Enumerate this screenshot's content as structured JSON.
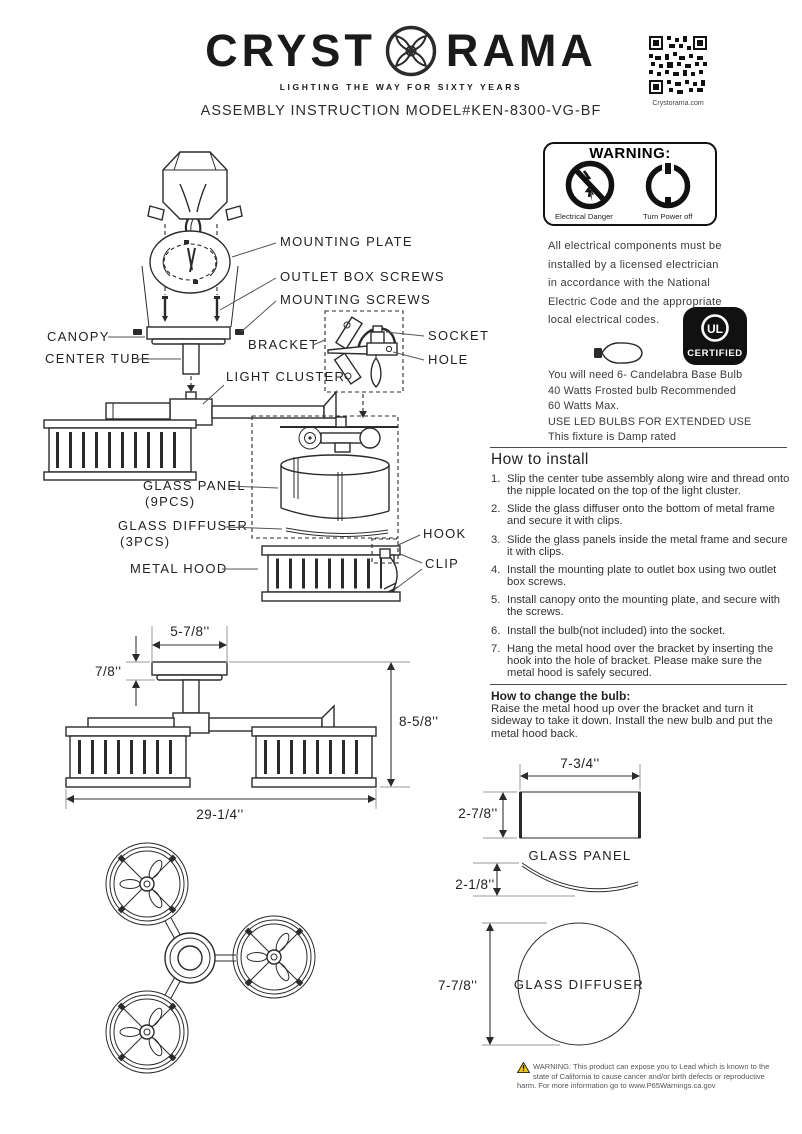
{
  "header": {
    "logo_left": "CRYST",
    "logo_right": "RAMA",
    "tagline": "LIGHTING THE WAY FOR SIXTY YEARS",
    "subtitle": "ASSEMBLY INSTRUCTION MODEL#KEN-8300-VG-BF"
  },
  "qr": {
    "caption": "Crystorama.com"
  },
  "warning_box": {
    "title": "WARNING:",
    "electrical_caption": "Electrical Danger",
    "power_caption": "Turn Power off"
  },
  "electrical_note": {
    "lines": [
      "All electrical components must be",
      "installed by a licensed electrician",
      "in accordance with the National",
      "Electric Code and the appropriate",
      "local electrical codes."
    ]
  },
  "certification": {
    "monogram": "UL",
    "label": "CERTIFIED"
  },
  "bulb_info": {
    "lines": [
      "You will need 6- Candelabra Base Bulb",
      "40 Watts Frosted bulb Recommended",
      "60 Watts Max.",
      "USE LED BULBS FOR EXTENDED USE",
      "This fixture is  Damp  rated"
    ]
  },
  "install": {
    "heading": "How to install",
    "steps": [
      "Slip the center tube assembly along wire and thread onto the nipple located on the top of the light cluster.",
      "Slide the glass diffuser onto the bottom of metal frame and secure it with clips.",
      "Slide the glass panels inside the metal frame and secure it with clips.",
      "Install the mounting plate to outlet box using two outlet box screws.",
      "Install canopy onto the mounting plate, and secure with the screws.",
      "Install the bulb(not included) into the socket.",
      "Hang the metal hood over the bracket by inserting the hook into the hole of bracket. Please make sure the metal hood is safely secured."
    ]
  },
  "change_bulb": {
    "heading": "How to change the bulb:",
    "body": "Raise the metal hood up over the bracket and turn it sideway to take it down. Install the new bulb and put the metal hood back."
  },
  "labels": {
    "mounting_plate": "MOUNTING PLATE",
    "outlet_box_screws": "OUTLET BOX SCREWS",
    "mounting_screws": "MOUNTING SCREWS",
    "canopy": "CANOPY",
    "center_tube": "CENTER TUBE",
    "bracket": "BRACKET",
    "light_cluster": "LIGHT CLUSTER",
    "socket": "SOCKET",
    "hole": "HOLE",
    "glass_panel": "GLASS PANEL",
    "glass_panel_qty": "(9PCS)",
    "glass_diffuser": "GLASS DIFFUSER",
    "glass_diffuser_qty": "(3PCS)",
    "metal_hood": "METAL HOOD",
    "hook": "HOOK",
    "clip": "CLIP"
  },
  "dimensions": {
    "canopy_width": "5-7/8''",
    "canopy_height": "7/8''",
    "fixture_height": "8-5/8''",
    "fixture_width": "29-1/4''",
    "panel_width": "7-3/4''",
    "panel_height": "2-7/8''",
    "panel_label": "GLASS PANEL",
    "panel_curve": "2-1/8''",
    "diffuser_diameter": "7-7/8''",
    "diffuser_label": "GLASS DIFFUSER"
  },
  "p65": {
    "text": "WARNING: This product can expose you to Lead which is known to the state of California to cause cancer and/or birth defects or reproductive harm. For more information go to www.P65Warnings.ca.gov"
  }
}
